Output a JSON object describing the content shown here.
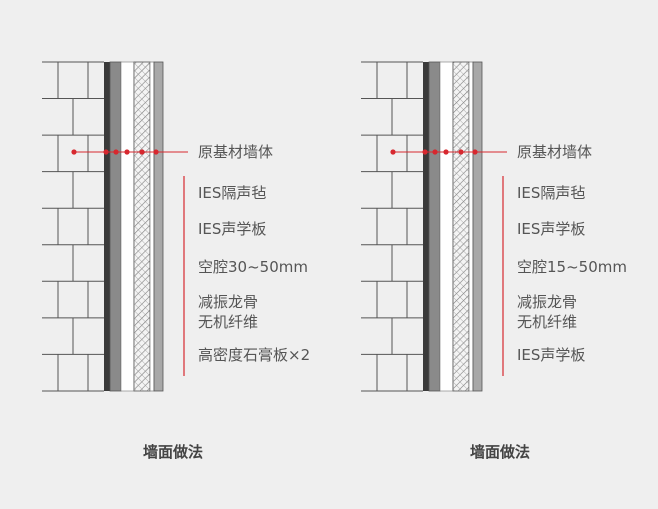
{
  "colors": {
    "background": "#efefef",
    "brick_line": "#555555",
    "leader_red": "#d7282f",
    "label_text": "#555555",
    "caption_text": "#444444",
    "felt_dark": "#3a3a3a",
    "board_gray": "#8a8a8a",
    "cavity_white": "#ffffff",
    "gypsum_gray": "#a8a8a8"
  },
  "diagrams": [
    {
      "caption": "墙面做法",
      "labels": [
        "原基材墙体",
        "IES隔声毡",
        "IES声学板",
        "空腔30~50mm",
        "减振龙骨\n无机纤维",
        "高密度石膏板×2"
      ]
    },
    {
      "caption": "墙面做法",
      "labels": [
        "原基材墙体",
        "IES隔声毡",
        "IES声学板",
        "空腔15~50mm",
        "减振龙骨\n无机纤维",
        "IES声学板"
      ]
    }
  ]
}
